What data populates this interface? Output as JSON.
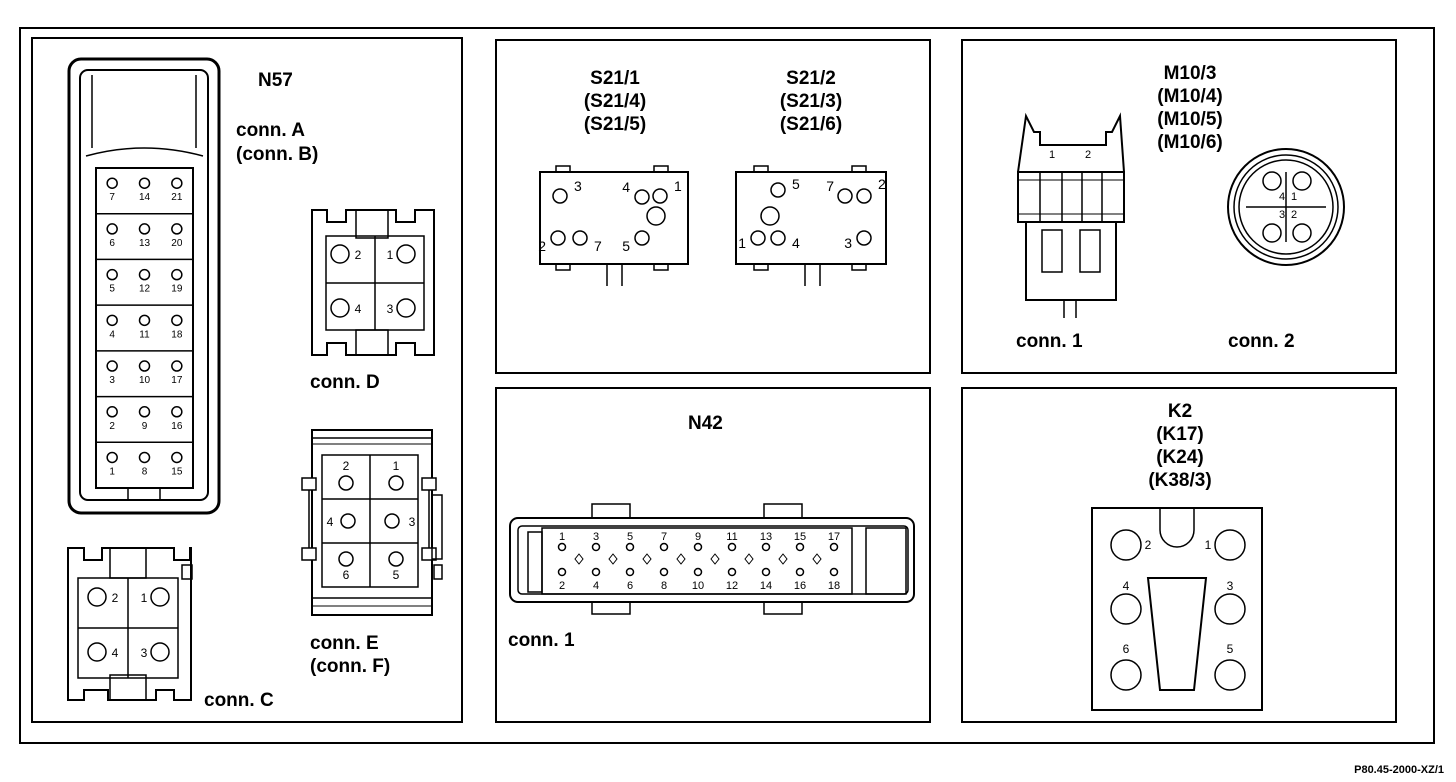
{
  "panels": {
    "n57": {
      "title": "N57",
      "conn_a": "conn. A",
      "conn_b": "(conn. B)",
      "conn_c": "conn. C",
      "conn_d": "conn. D",
      "conn_e": "conn. E",
      "conn_f": "(conn. F)",
      "pins_ab": [
        [
          "7",
          "14",
          "21"
        ],
        [
          "6",
          "13",
          "20"
        ],
        [
          "5",
          "12",
          "19"
        ],
        [
          "4",
          "11",
          "18"
        ],
        [
          "3",
          "10",
          "17"
        ],
        [
          "2",
          "9",
          "16"
        ],
        [
          "1",
          "8",
          "15"
        ]
      ],
      "pins_c": [
        "2",
        "1",
        "4",
        "3"
      ],
      "pins_d": [
        "2",
        "1",
        "4",
        "3"
      ],
      "pins_e": [
        "2",
        "1",
        "4",
        "3",
        "6",
        "5"
      ]
    },
    "s21": {
      "left": [
        "S21/1",
        "(S21/4)",
        "(S21/5)"
      ],
      "right": [
        "S21/2",
        "(S21/3)",
        "(S21/6)"
      ],
      "left_pins": [
        "3",
        "4",
        "1",
        "2",
        "7",
        "5"
      ],
      "right_pins": [
        "5",
        "7",
        "2",
        "1",
        "4",
        "3"
      ]
    },
    "m10": {
      "title": [
        "M10/3",
        "(M10/4)",
        "(M10/5)",
        "(M10/6)"
      ],
      "conn1": "conn. 1",
      "conn2": "conn. 2",
      "conn1_pins": [
        "1",
        "2"
      ],
      "conn2_pins": [
        "4",
        "1",
        "3",
        "2"
      ]
    },
    "n42": {
      "title": "N42",
      "conn1": "conn. 1",
      "top_pins": [
        "1",
        "3",
        "5",
        "7",
        "9",
        "11",
        "13",
        "15",
        "17"
      ],
      "bottom_pins": [
        "2",
        "4",
        "6",
        "8",
        "10",
        "12",
        "14",
        "16",
        "18"
      ]
    },
    "k2": {
      "title": [
        "K2",
        "(K17)",
        "(K24)",
        "(K38/3)"
      ],
      "pins": [
        "2",
        "1",
        "4",
        "3",
        "6",
        "5"
      ]
    }
  },
  "reference": "P80.45-2000-XZ/1"
}
